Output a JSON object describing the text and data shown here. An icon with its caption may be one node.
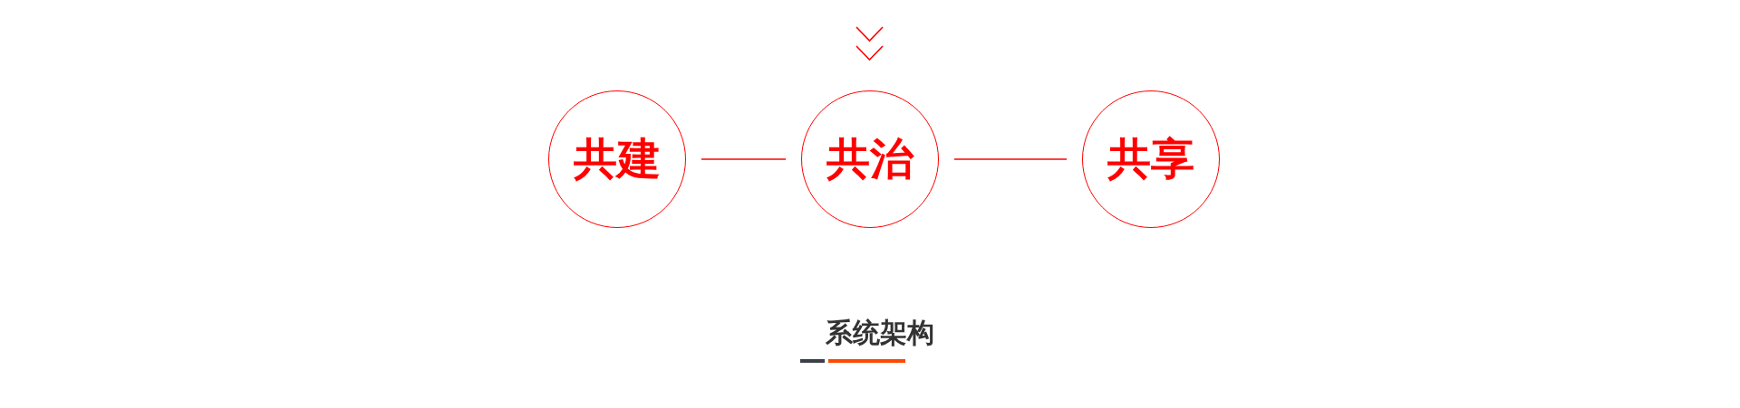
{
  "diagram": {
    "title": "系统架构",
    "nodes": [
      {
        "text": [
          "共建"
        ]
      },
      {
        "text": [
          "共治"
        ]
      },
      {
        "text": [
          "共享"
        ]
      }
    ],
    "edges": [
      {
        "from": 0,
        "to": 1,
        "arrow": "none"
      },
      {
        "from": 1,
        "to": 2,
        "arrow": "none"
      }
    ]
  }
}
